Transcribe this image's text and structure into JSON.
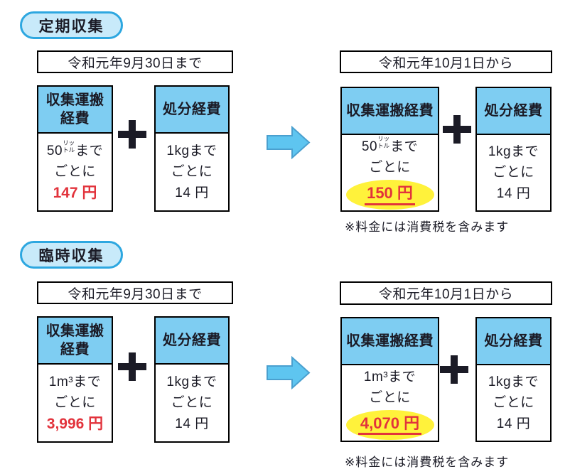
{
  "colors": {
    "badge_fill": "#c8eafa",
    "badge_border": "#2da7e0",
    "header_band_blue": "#7ecdf2",
    "arrow_fill": "#5ec5f0",
    "arrow_border": "#4aa0cf",
    "highlight_yellow": "#fff23b",
    "price_red": "#e2333c",
    "box_border": "#000000"
  },
  "icons": {
    "plus": "plus-icon",
    "arrow": "arrow-right-icon"
  },
  "sections": [
    {
      "badge": "定期収集",
      "before": {
        "period": "令和元年9月30日まで",
        "transport": {
          "header_line1": "収集運搬",
          "header_line2": "経費",
          "qty_prefix": "50",
          "qty_unit_small": "リットル",
          "qty_suffix": "まで",
          "per": "ごとに",
          "price": "147 円"
        },
        "disposal": {
          "header": "処分経費",
          "qty": "1kgまで",
          "per": "ごとに",
          "price": "14 円"
        }
      },
      "after": {
        "period": "令和元年10月1日から",
        "transport": {
          "header": "収集運搬経費",
          "qty_prefix": "50",
          "qty_unit_small": "リットル",
          "qty_suffix": "まで",
          "per": "ごとに",
          "price": "150 円"
        },
        "disposal": {
          "header": "処分経費",
          "qty": "1kgまで",
          "per": "ごとに",
          "price": "14 円"
        },
        "note": "※料金には消費税を含みます"
      }
    },
    {
      "badge": "臨時収集",
      "before": {
        "period": "令和元年9月30日まで",
        "transport": {
          "header_line1": "収集運搬",
          "header_line2": "経費",
          "qty": "1m³まで",
          "per": "ごとに",
          "price": "3,996 円"
        },
        "disposal": {
          "header": "処分経費",
          "qty": "1kgまで",
          "per": "ごとに",
          "price": "14 円"
        }
      },
      "after": {
        "period": "令和元年10月1日から",
        "transport": {
          "header": "収集運搬経費",
          "qty": "1m³まで",
          "per": "ごとに",
          "price": "4,070 円"
        },
        "disposal": {
          "header": "処分経費",
          "qty": "1kgまで",
          "per": "ごとに",
          "price": "14 円"
        },
        "note": "※料金には消費税を含みます"
      }
    }
  ]
}
